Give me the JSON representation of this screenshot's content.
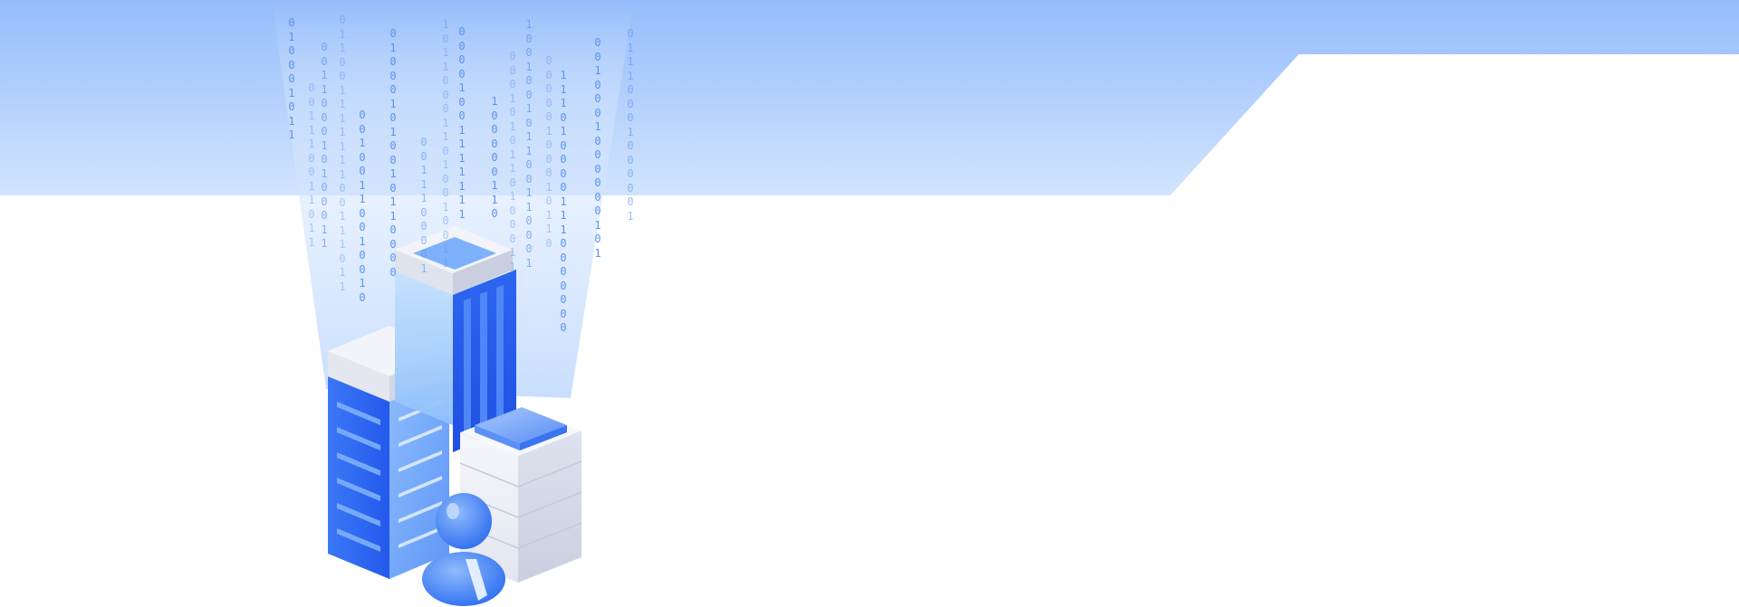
{
  "colors": {
    "banner_top": "#94bcfb",
    "banner_bottom": "#cfe2fd",
    "background": "#ffffff",
    "beam": "#cfe1fd",
    "binary_digits": "#5c93f0",
    "building_blue": "#2962f2",
    "building_blue_light": "#6fa4fb",
    "glass_light": "#b6d6fb",
    "block_white": "#f1f3f9",
    "block_grey": "#d4d9e6",
    "person_blue": "#3f82f4"
  },
  "illustration": {
    "name": "data-center-city-illustration",
    "elements": [
      "binary-data-stream",
      "office-tower",
      "glass-tower",
      "server-stack",
      "person-avatar"
    ]
  }
}
